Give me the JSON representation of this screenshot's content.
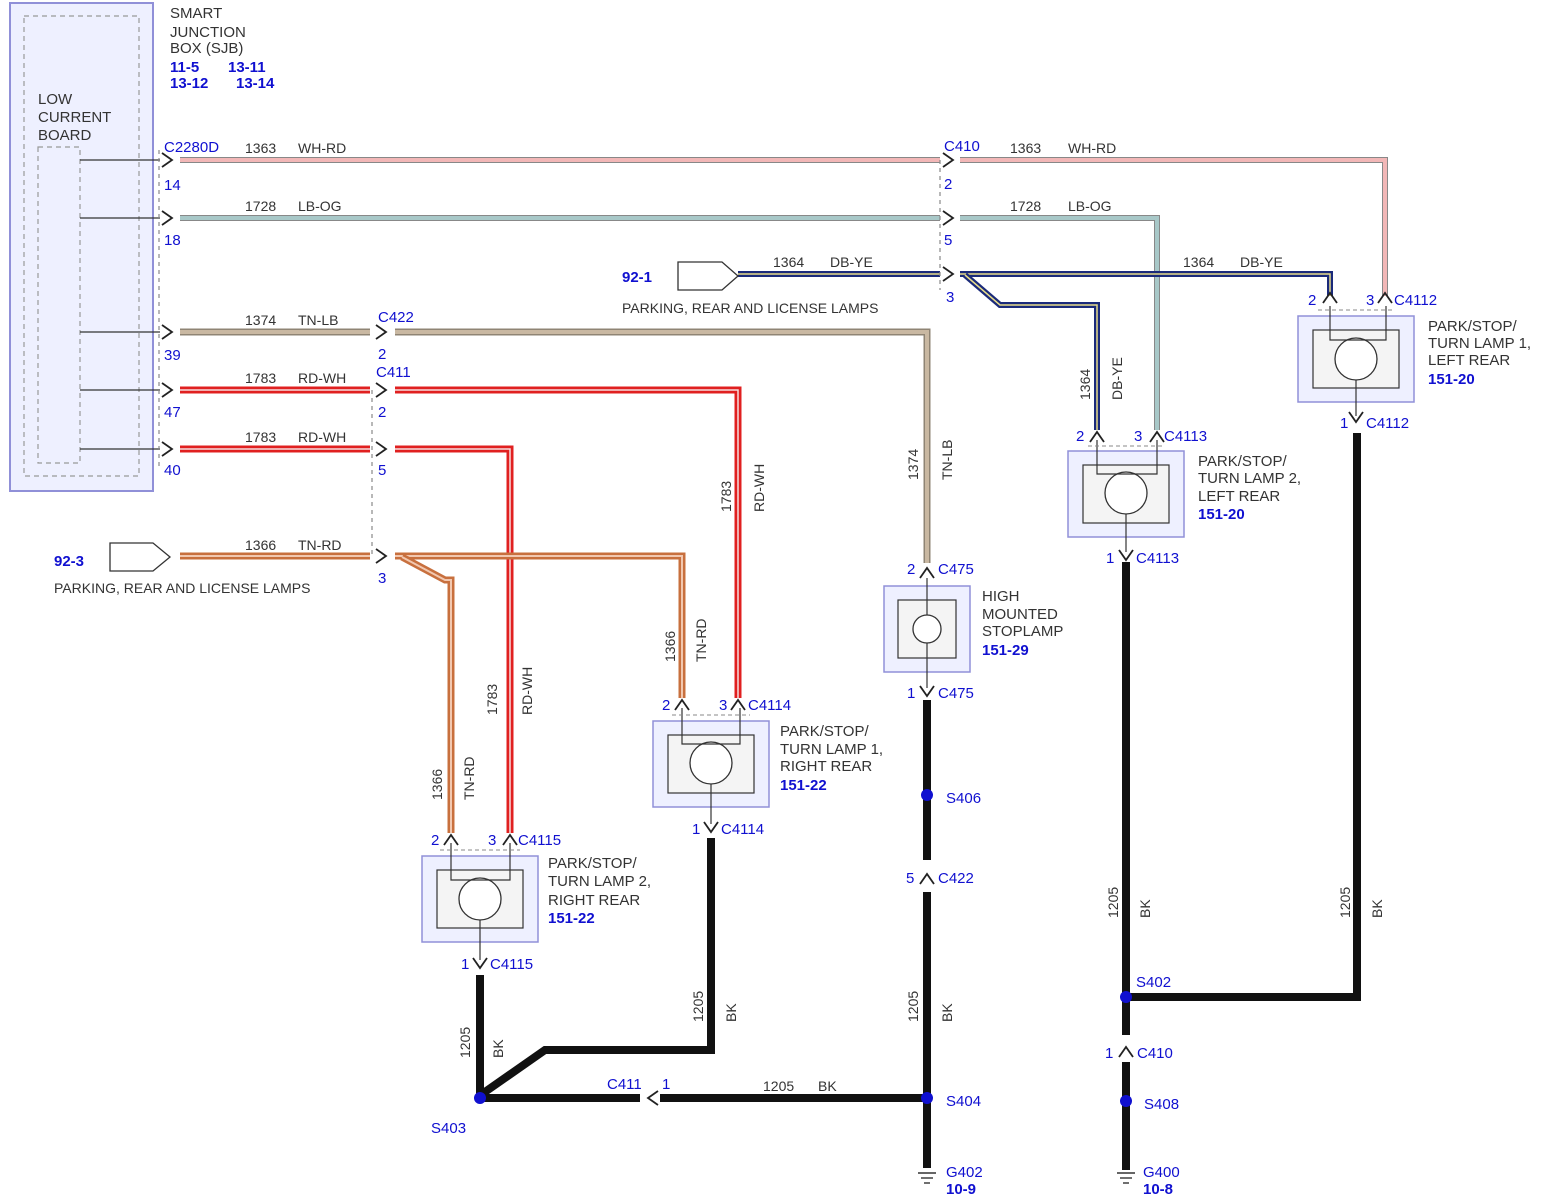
{
  "sjb": {
    "title": [
      "SMART",
      "JUNCTION",
      "BOX (SJB)"
    ],
    "refs": [
      "11-5",
      "13-11",
      "13-12",
      "13-14"
    ],
    "board": [
      "LOW",
      "CURRENT",
      "BOARD"
    ],
    "connector": "C2280D",
    "pins": [
      "14",
      "18",
      "39",
      "47",
      "40"
    ]
  },
  "inline_connectors": {
    "c410": {
      "name": "C410",
      "pins": [
        "2",
        "5",
        "3"
      ]
    },
    "c422": {
      "name": "C422",
      "pin": "2"
    },
    "c411": {
      "name": "C411",
      "pins": [
        "2",
        "5",
        "3"
      ]
    },
    "c411_ground": {
      "name": "C411",
      "pin": "1"
    },
    "c422_ground": {
      "name": "C422",
      "pin": "5"
    },
    "c410_ground": {
      "name": "C410",
      "pin": "1"
    }
  },
  "wires": {
    "w1363": {
      "num": "1363",
      "color": "WH-RD"
    },
    "w1728": {
      "num": "1728",
      "color": "LB-OG"
    },
    "w1364": {
      "num": "1364",
      "color": "DB-YE"
    },
    "w1374": {
      "num": "1374",
      "color": "TN-LB"
    },
    "w1783": {
      "num": "1783",
      "color": "RD-WH"
    },
    "w1366": {
      "num": "1366",
      "color": "TN-RD"
    },
    "w1205": {
      "num": "1205",
      "color": "BK"
    }
  },
  "refs": {
    "r921": {
      "ref": "92-1",
      "label": "PARKING, REAR AND LICENSE LAMPS"
    },
    "r923": {
      "ref": "92-3",
      "label": "PARKING, REAR AND LICENSE LAMPS"
    }
  },
  "lamps": {
    "lf1": {
      "name": [
        "PARK/STOP/",
        "TURN LAMP 1,",
        "LEFT REAR"
      ],
      "ref": "151-20",
      "conn": "C4112",
      "pins": [
        "2",
        "3",
        "1"
      ]
    },
    "lf2": {
      "name": [
        "PARK/STOP/",
        "TURN LAMP 2,",
        "LEFT REAR"
      ],
      "ref": "151-20",
      "conn": "C4113",
      "pins": [
        "2",
        "3",
        "1"
      ]
    },
    "hm": {
      "name": [
        "HIGH",
        "MOUNTED",
        "STOPLAMP"
      ],
      "ref": "151-29",
      "conn": "C475",
      "pins": [
        "2",
        "1"
      ]
    },
    "rr1": {
      "name": [
        "PARK/STOP/",
        "TURN LAMP 1,",
        "RIGHT REAR"
      ],
      "ref": "151-22",
      "conn": "C4114",
      "pins": [
        "2",
        "3",
        "1"
      ]
    },
    "rr2": {
      "name": [
        "PARK/STOP/",
        "TURN LAMP 2,",
        "RIGHT REAR"
      ],
      "ref": "151-22",
      "conn": "C4115",
      "pins": [
        "2",
        "3",
        "1"
      ]
    }
  },
  "splices": {
    "s402": "S402",
    "s403": "S403",
    "s404": "S404",
    "s406": "S406",
    "s408": "S408"
  },
  "grounds": {
    "g402": {
      "name": "G402",
      "ref": "10-9"
    },
    "g400": {
      "name": "G400",
      "ref": "10-8"
    }
  },
  "colors": {
    "wh_rd": "#f2b7b7",
    "lb_og": "#a8c8c8",
    "db_ye": "#1a2a7a",
    "tn_lb": "#bfae98",
    "rd_wh": "#e02020",
    "tn_rd": "#d89272",
    "bk": "#111111",
    "connector_blue": "#1010d0",
    "box": "#9090d8"
  }
}
